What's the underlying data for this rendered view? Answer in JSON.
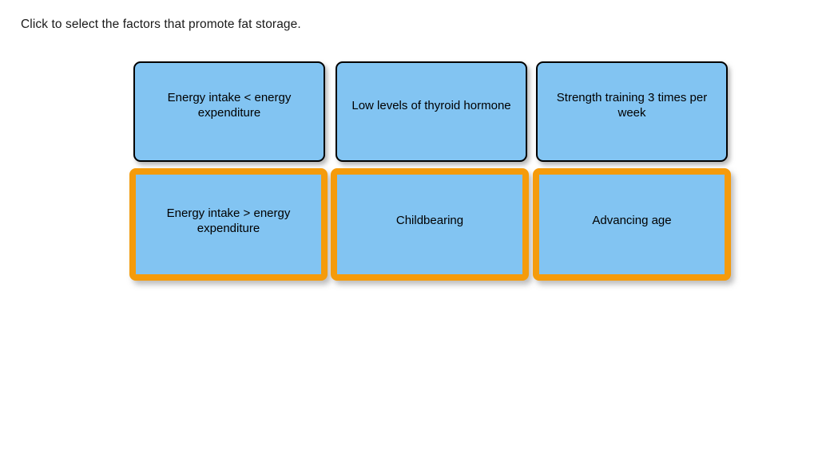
{
  "instruction": "Click to select the factors that promote fat storage.",
  "colors": {
    "card_fill": "#82C4F2",
    "card_border": "#000000",
    "selected_border": "#F59B0B",
    "text": "#000000",
    "background": "#FFFFFF"
  },
  "cards": [
    {
      "id": "energy-intake-less-than-expenditure",
      "label": "Energy intake < energy expenditure",
      "selected": false,
      "row": 1,
      "column": 1
    },
    {
      "id": "low-thyroid-hormone",
      "label": "Low levels of thyroid hormone",
      "selected": false,
      "row": 1,
      "column": 2
    },
    {
      "id": "strength-training",
      "label": "Strength training 3 times per week",
      "selected": false,
      "row": 1,
      "column": 3
    },
    {
      "id": "energy-intake-greater-than-expenditure",
      "label": "Energy intake > energy expenditure",
      "selected": true,
      "row": 2,
      "column": 1
    },
    {
      "id": "childbearing",
      "label": "Childbearing",
      "selected": true,
      "row": 2,
      "column": 2
    },
    {
      "id": "advancing-age",
      "label": "Advancing age",
      "selected": true,
      "row": 2,
      "column": 3
    }
  ]
}
